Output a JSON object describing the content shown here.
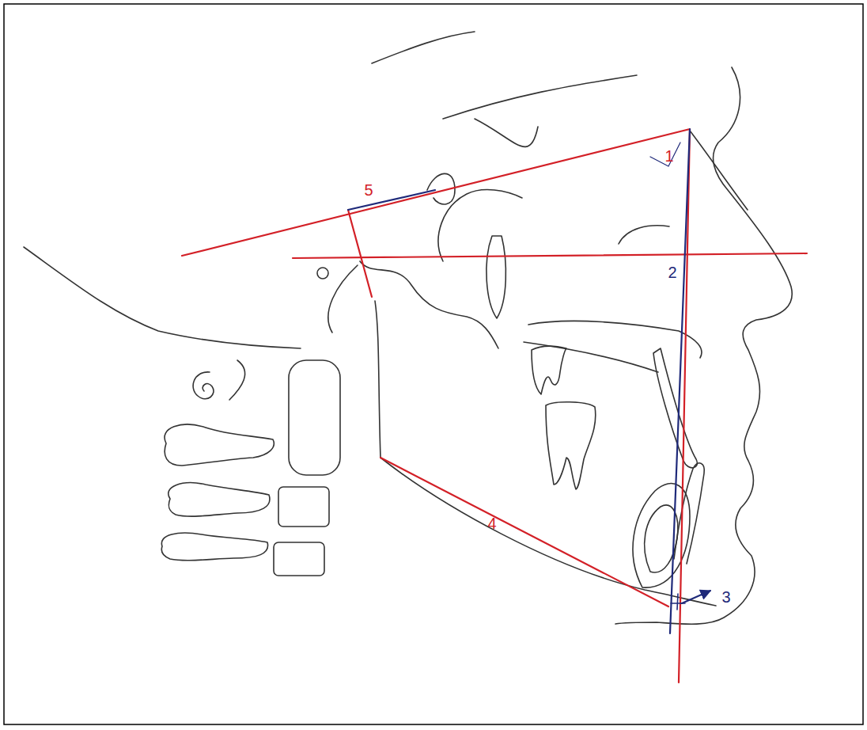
{
  "diagram": {
    "labels": [
      "1",
      "5",
      "2",
      "4",
      "3"
    ]
  }
}
